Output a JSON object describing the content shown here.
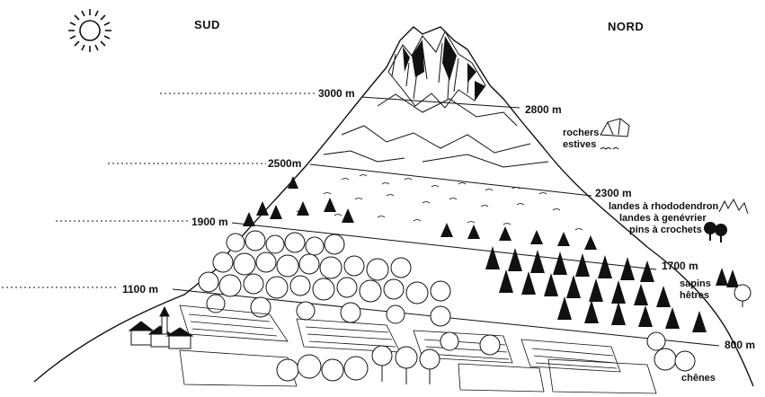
{
  "directions": {
    "south": "SUD",
    "north": "NORD"
  },
  "altitudes_south": [
    "3000 m",
    "2500m",
    "1900 m",
    "1100 m"
  ],
  "altitudes_north": [
    "2800 m",
    "2300 m",
    "1700 m",
    "800 m"
  ],
  "vegetation": {
    "alpine": [
      "rochers",
      "estives"
    ],
    "subalpine": [
      "landes à rhododendron",
      "landes à genévrier",
      "pins à crochets"
    ],
    "montane": [
      "sapins",
      "hêtres"
    ],
    "collinean": [
      "chênes"
    ]
  },
  "icons": [
    "sun-icon",
    "rock-icon",
    "rhododendron-icon",
    "pine-icon",
    "fir-icon",
    "beech-icon",
    "village-icon"
  ],
  "colors": {
    "ink": "#111111",
    "paper": "#ffffff"
  }
}
